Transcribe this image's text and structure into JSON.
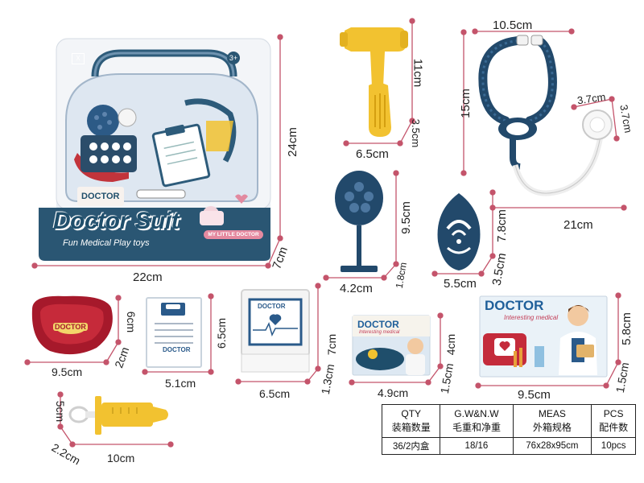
{
  "colors": {
    "navy": "#1f4e6b",
    "yellow": "#f2c230",
    "pink_line": "#c4546b",
    "red": "#b8202c"
  },
  "package": {
    "brand_title": "Doctor Suit",
    "brand_subtitle": "Fun Medical Play toys",
    "badge": "MY LITTLE DOCTOR",
    "inner_brand": "DOCTOR",
    "logo": "X",
    "age_mark": "3+"
  },
  "dimensions": {
    "box_height": "24cm",
    "box_width": "22cm",
    "box_depth": "7cm",
    "hammer_width": "6.5cm",
    "hammer_height": "11cm",
    "hammer_depth": "3.5cm",
    "stetho_width": "10.5cm",
    "stetho_height": "15cm",
    "stetho_len": "21cm",
    "chest_w": "3.7cm",
    "chest_h": "3.7cm",
    "mirror_height": "9.5cm",
    "mirror_width": "4.2cm",
    "mirror_depth": "1.8cm",
    "scope_height": "7.8cm",
    "scope_width": "5.5cm",
    "scope_depth": "3.5cm",
    "basin_height": "6cm",
    "basin_width": "9.5cm",
    "basin_depth": "2cm",
    "clipboard_height": "6.5cm",
    "clipboard_width": "5.1cm",
    "xray_height": "7cm",
    "xray_width": "6.5cm",
    "xray_depth": "1.3cm",
    "card_small_height": "4cm",
    "card_small_width": "4.9cm",
    "card_small_depth": "1.5cm",
    "card_big_height": "5.8cm",
    "card_big_width": "9.5cm",
    "card_big_depth": "1.5cm",
    "syringe_height": "5cm",
    "syringe_width": "10cm",
    "syringe_depth": "2.2cm"
  },
  "cards": {
    "small_title": "DOCTOR",
    "small_sub": "Interesting medical",
    "big_title": "DOCTOR",
    "big_sub": "Interesting medical"
  },
  "small_parts": {
    "basin_label": "DOCTOR",
    "clipboard_label": "DOCTOR",
    "xray_label": "DOCTOR"
  },
  "spec_table": {
    "headers": [
      {
        "en": "QTY",
        "zh": "装箱数量"
      },
      {
        "en": "G.W&N.W",
        "zh": "毛重和净重"
      },
      {
        "en": "MEAS",
        "zh": "外箱规格"
      },
      {
        "en": "PCS",
        "zh": "配件数"
      }
    ],
    "values": [
      "36/2内盒",
      "18/16",
      "76x28x95cm",
      "10pcs"
    ]
  }
}
